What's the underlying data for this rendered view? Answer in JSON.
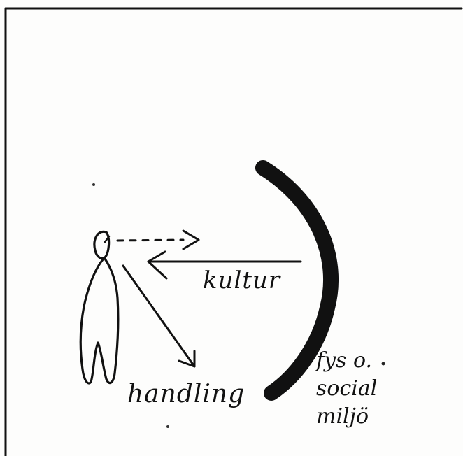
{
  "labels": {
    "culture": "kultur",
    "action": "handling",
    "environment": "fys o.\nsocial\nmiljö"
  }
}
